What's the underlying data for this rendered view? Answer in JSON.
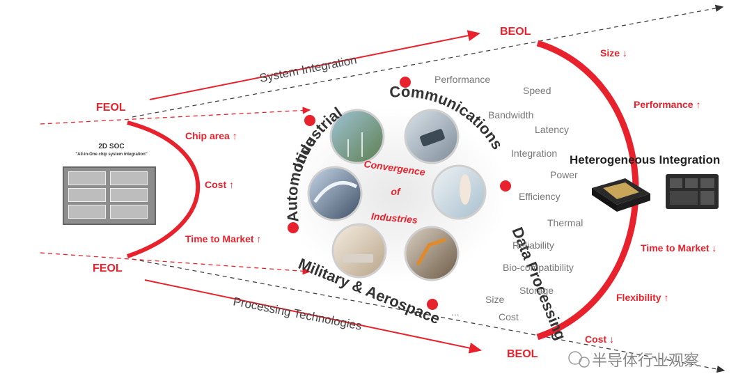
{
  "arrows": {
    "top": "System Integration",
    "bottom": "Processing Technologies"
  },
  "nodes": {
    "feol_top": "FEOL",
    "feol_bottom": "FEOL",
    "beol_top": "BEOL",
    "beol_bottom": "BEOL"
  },
  "left_factors": {
    "chip_area": "Chip area ↑",
    "cost": "Cost ↑",
    "time_to_market": "Time to Market ↑"
  },
  "right_factors": {
    "size": "Size ↓",
    "performance": "Performance ↑",
    "time_to_market": "Time to Market ↓",
    "flexibility": "Flexibility ↑",
    "cost": "Cost ↓"
  },
  "soc": {
    "title": "2D SOC",
    "subtitle": "\"All-in-One chip system integration\""
  },
  "center": {
    "line1": "Convergence",
    "line2": "of",
    "line3": "Industries"
  },
  "industries": [
    "Industrial",
    "Communications",
    "Data Processing",
    "Military & Aerospace",
    "Automotive"
  ],
  "attributes": [
    "Performance",
    "Speed",
    "Bandwidth",
    "Latency",
    "Integration",
    "Power",
    "Efficiency",
    "Thermal",
    "Reliability",
    "Bio-compatibility",
    "Storage",
    "Size",
    "Cost",
    "..."
  ],
  "heterogeneous": "Heterogeneous Integration",
  "watermark": "半导体行业观察",
  "colors": {
    "accent": "#e8222d",
    "dark": "#333333",
    "gray": "#777777"
  }
}
